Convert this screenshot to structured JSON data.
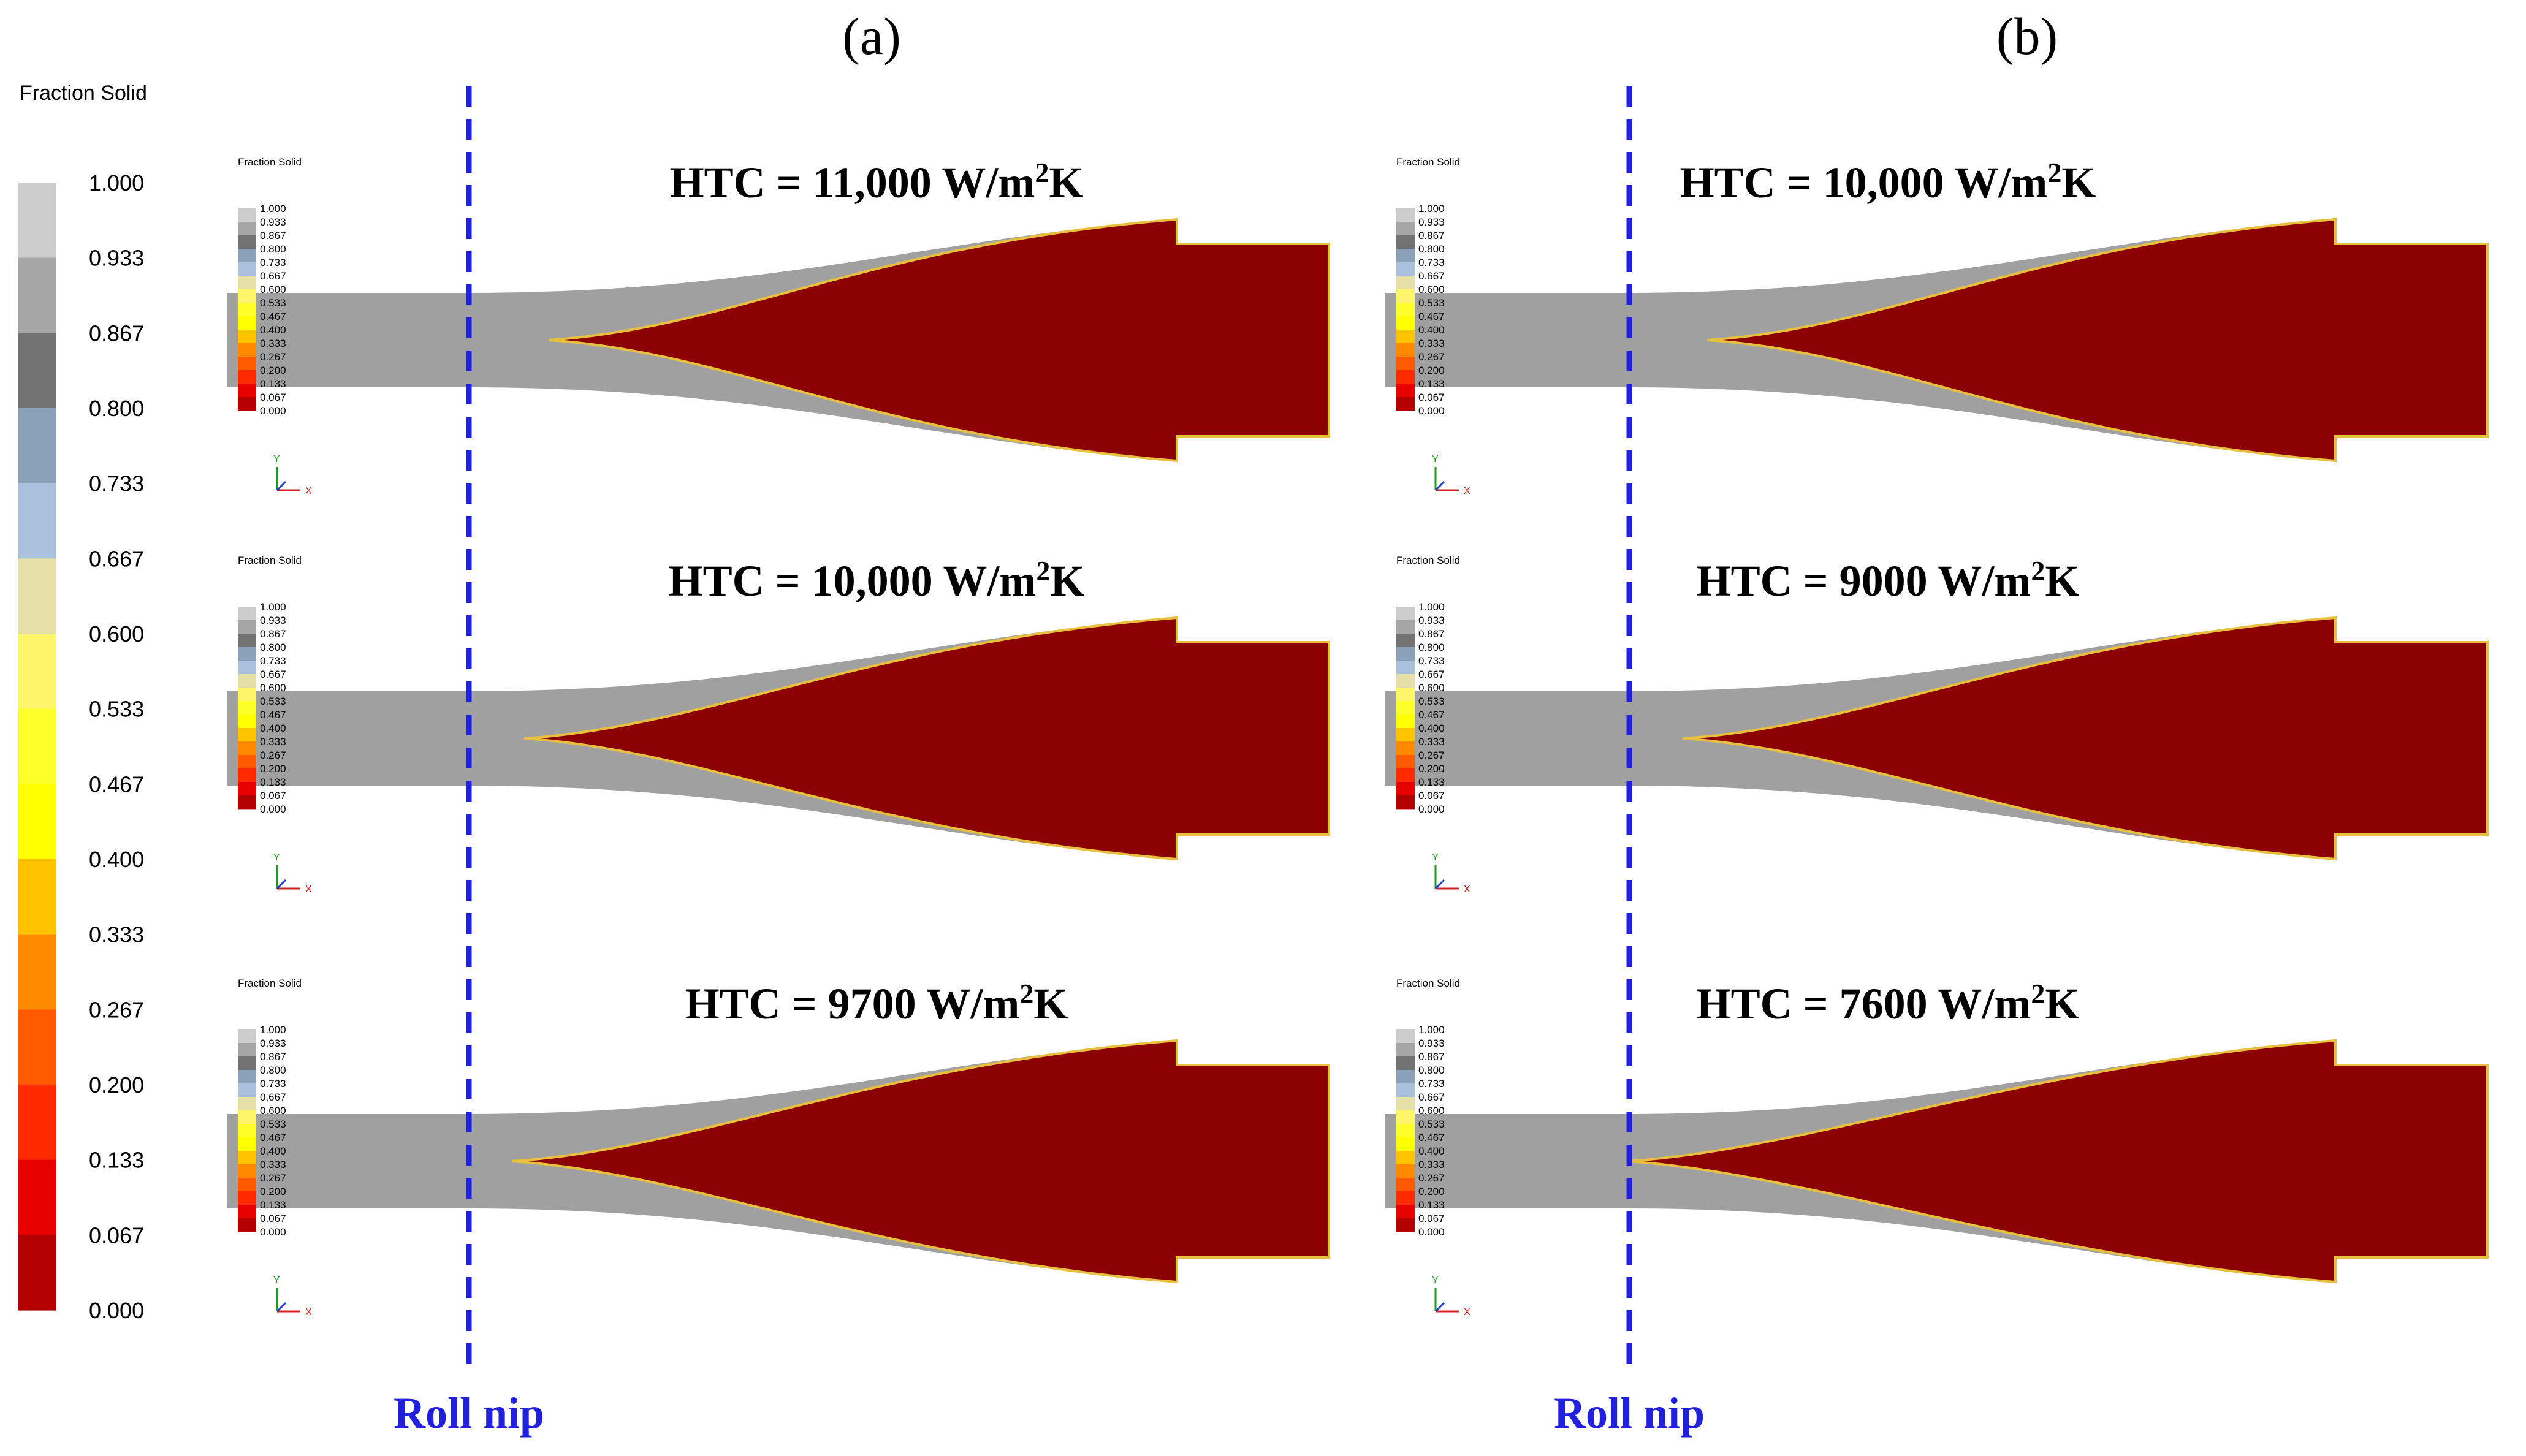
{
  "colorbar": {
    "title": "Fraction Solid",
    "ticks": [
      "1.000",
      "0.933",
      "0.867",
      "0.800",
      "0.733",
      "0.667",
      "0.600",
      "0.533",
      "0.467",
      "0.400",
      "0.333",
      "0.267",
      "0.200",
      "0.133",
      "0.067",
      "0.000"
    ],
    "colors": [
      "#cccccc",
      "#a6a6a6",
      "#727272",
      "#8aa1b9",
      "#a9c1dc",
      "#e6dfa7",
      "#fff56a",
      "#ffff2a",
      "#ffff00",
      "#ffc300",
      "#ff8a00",
      "#ff5a00",
      "#ff2a00",
      "#e60000",
      "#b40000"
    ]
  },
  "mini_colorbar": {
    "title": "Fraction Solid",
    "ticks": [
      "1.000",
      "0.933",
      "0.867",
      "0.800",
      "0.733",
      "0.667",
      "0.600",
      "0.533",
      "0.467",
      "0.400",
      "0.333",
      "0.267",
      "0.200",
      "0.133",
      "0.067",
      "0.000"
    ]
  },
  "axes_triad": {
    "y": "Y",
    "x": "X"
  },
  "columns": [
    {
      "label": "(a)",
      "roll_nip_label": "Roll nip",
      "panels": [
        {
          "htc_prefix": "HTC = 11,000 W/m",
          "htc_sup": "2",
          "htc_suffix": "K",
          "tip_shift": 0.0
        },
        {
          "htc_prefix": "HTC = 10,000 W/m",
          "htc_sup": "2",
          "htc_suffix": "K",
          "tip_shift": 0.04
        },
        {
          "htc_prefix": "HTC = 9700 W/m",
          "htc_sup": "2",
          "htc_suffix": "K",
          "tip_shift": 0.06
        }
      ]
    },
    {
      "label": "(b)",
      "roll_nip_label": "Roll nip",
      "panels": [
        {
          "htc_prefix": "HTC = 10,000 W/m",
          "htc_sup": "2",
          "htc_suffix": "K",
          "tip_shift": 0.0
        },
        {
          "htc_prefix": "HTC = 9000 W/m",
          "htc_sup": "2",
          "htc_suffix": "K",
          "tip_shift": 0.04
        },
        {
          "htc_prefix": "HTC = 7600 W/m",
          "htc_sup": "2",
          "htc_suffix": "K",
          "tip_shift": 0.13
        }
      ]
    }
  ],
  "colors": {
    "shell": "#a0a0a0",
    "liquid": "#8b0000",
    "mushy_edge": "#e8c040",
    "nip_line": "#2020dd",
    "nip_text": "#2020dd"
  }
}
